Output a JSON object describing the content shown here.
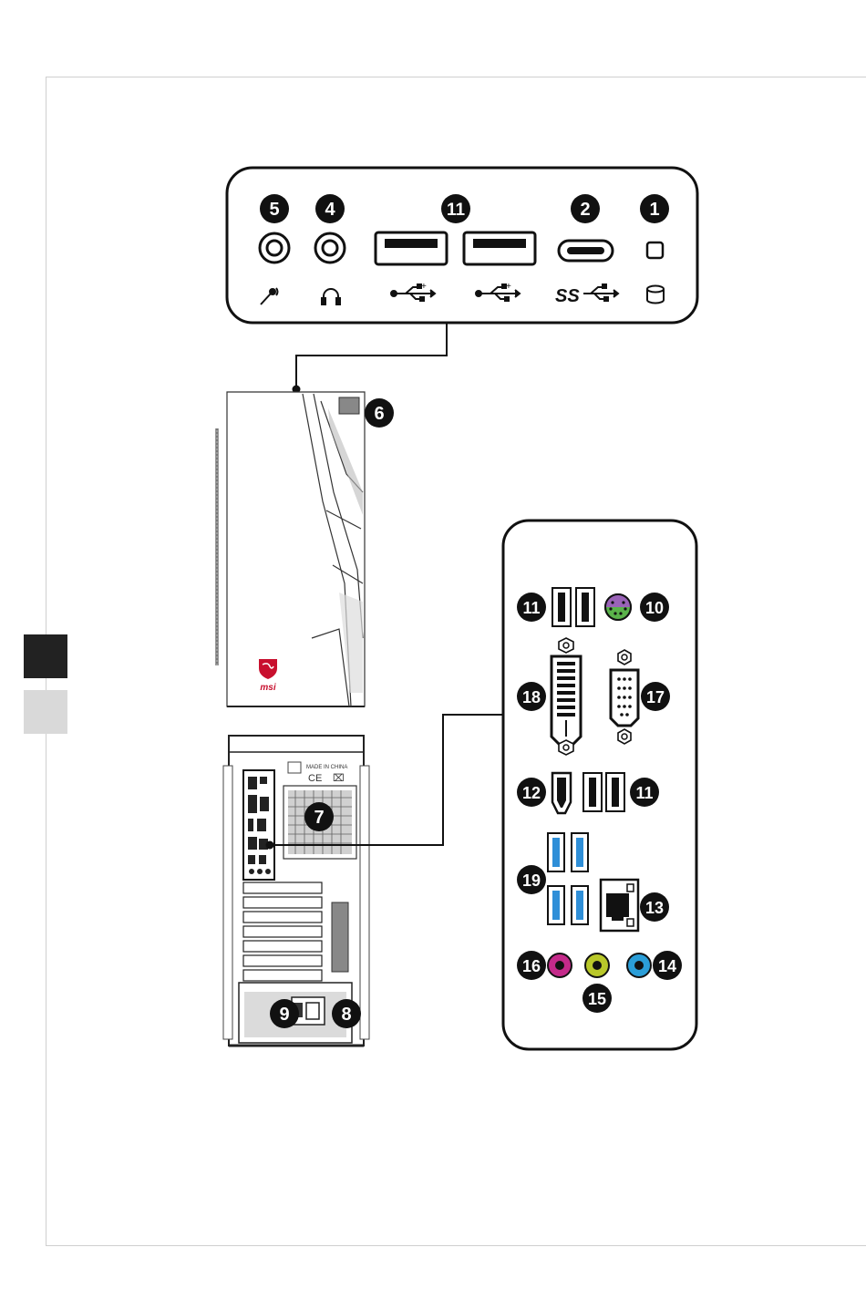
{
  "sidebar_tabs": {
    "active_color": "#222222",
    "inactive_color": "#d9d9d9"
  },
  "front_panel": {
    "callouts": [
      "5",
      "4",
      "11",
      "2",
      "1"
    ],
    "icons": [
      "microphone-icon",
      "headphone-icon",
      "usb-icon",
      "usb-icon",
      "usb-3-icon",
      "hard-drive-led-icon"
    ],
    "usb3_label": "SS"
  },
  "tower": {
    "front_callout": "6",
    "brand_label": "msi",
    "back_label_made_in": "MADE IN CHINA",
    "back_label_ce": "CE",
    "back_callouts": {
      "fan": "7",
      "power_connector": "8",
      "power_switch": "9"
    }
  },
  "rear_panel": {
    "callouts": {
      "ps2": "10",
      "usb_top": "11",
      "dvi": "18",
      "vga": "17",
      "hdmi": "12",
      "usb_mid": "11",
      "usb3": "19",
      "lan": "13",
      "audio_blue": "14",
      "audio_green": "15",
      "audio_pink": "16"
    },
    "colors": {
      "usb3": "#2f8fd8",
      "ps2": "#9a63b8",
      "ps2_alt": "#5ab24a",
      "audio_pink": "#c42a8a",
      "audio_green": "#b9c82a",
      "audio_blue": "#2b9ed8"
    }
  }
}
